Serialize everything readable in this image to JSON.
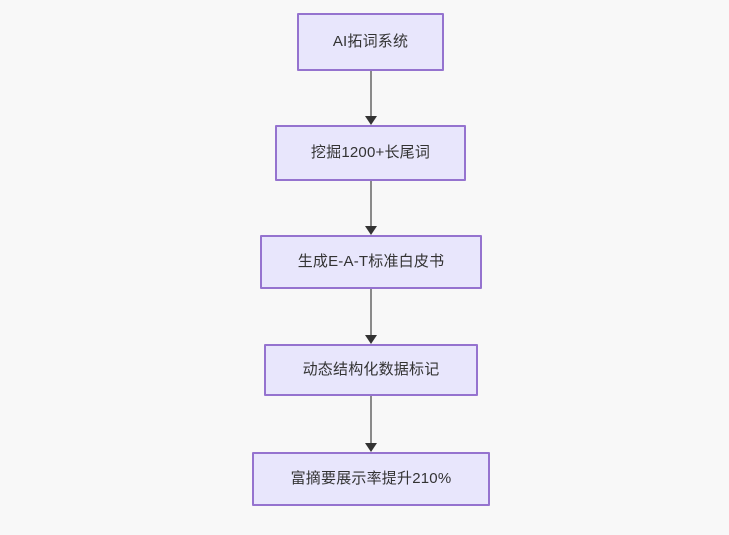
{
  "diagram": {
    "type": "flowchart",
    "direction": "top-to-bottom",
    "background_color": "#f8f8f8",
    "node_fill_color": "#e8e6fc",
    "node_border_color": "#9573cf",
    "node_text_color": "#333333",
    "edge_line_color": "#8a8a8a",
    "edge_arrow_color": "#333333",
    "nodes": [
      {
        "id": "n1",
        "label": "AI拓词系统"
      },
      {
        "id": "n2",
        "label": "挖掘1200+长尾词"
      },
      {
        "id": "n3",
        "label": "生成E-A-T标准白皮书"
      },
      {
        "id": "n4",
        "label": "动态结构化数据标记"
      },
      {
        "id": "n5",
        "label": "富摘要展示率提升210%"
      }
    ],
    "edges": [
      {
        "from": "n1",
        "to": "n2"
      },
      {
        "from": "n2",
        "to": "n3"
      },
      {
        "from": "n3",
        "to": "n4"
      },
      {
        "from": "n4",
        "to": "n5"
      }
    ]
  }
}
